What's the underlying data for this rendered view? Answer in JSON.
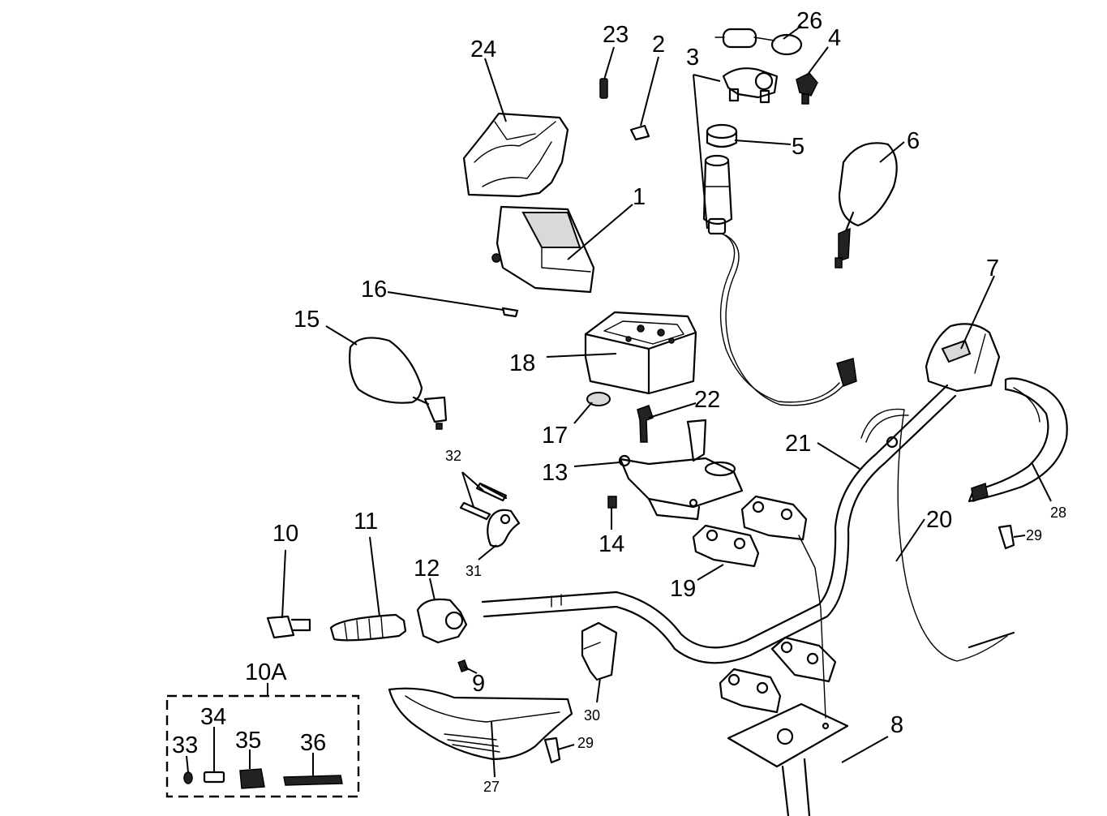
{
  "callouts": {
    "c1": "1",
    "c2": "2",
    "c3": "3",
    "c4": "4",
    "c5": "5",
    "c6": "6",
    "c7": "7",
    "c8": "8",
    "c9": "9",
    "c10": "10",
    "c10a": "10A",
    "c11": "11",
    "c12": "12",
    "c13": "13",
    "c14": "14",
    "c15": "15",
    "c16": "16",
    "c17": "17",
    "c18": "18",
    "c19": "19",
    "c20": "20",
    "c21": "21",
    "c22": "22",
    "c23": "23",
    "c24": "24",
    "c26": "26",
    "c27": "27",
    "c28": "28",
    "c29a": "29",
    "c29b": "29",
    "c30": "30",
    "c31": "31",
    "c32": "32",
    "c33": "33",
    "c34": "34",
    "c35": "35",
    "c36": "36"
  }
}
